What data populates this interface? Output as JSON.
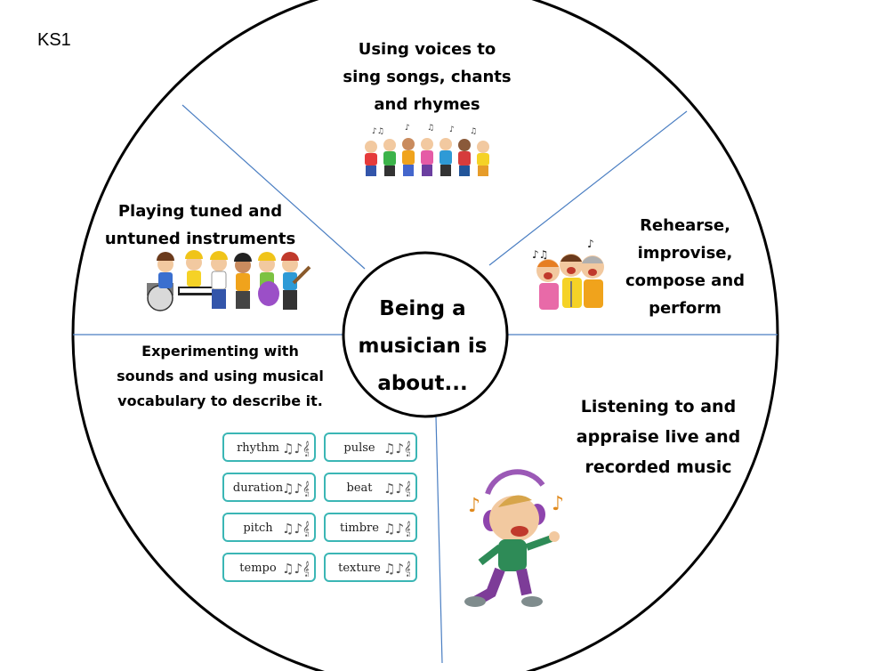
{
  "corner_label": "KS1",
  "center_text": [
    "Being a",
    "musician is",
    "about..."
  ],
  "segments": {
    "voices": [
      "Using voices to",
      "sing songs, chants",
      "and rhymes"
    ],
    "instruments": [
      "Playing tuned and",
      "untuned instruments"
    ],
    "rehearse": [
      "Rehearse,",
      "improvise,",
      "compose and",
      "perform"
    ],
    "experimenting": [
      "Experimenting with",
      "sounds and using musical",
      "vocabulary to describe it."
    ],
    "listening": [
      "Listening to and",
      "appraise  live and",
      "recorded music"
    ]
  },
  "vocabulary_cards": [
    "rhythm",
    "pulse",
    "duration",
    "beat",
    "pitch",
    "timbre",
    "tempo",
    "texture"
  ],
  "colors": {
    "divider": "#4a7ec2",
    "card_border": "#3bb6b5",
    "circle": "#000000"
  }
}
